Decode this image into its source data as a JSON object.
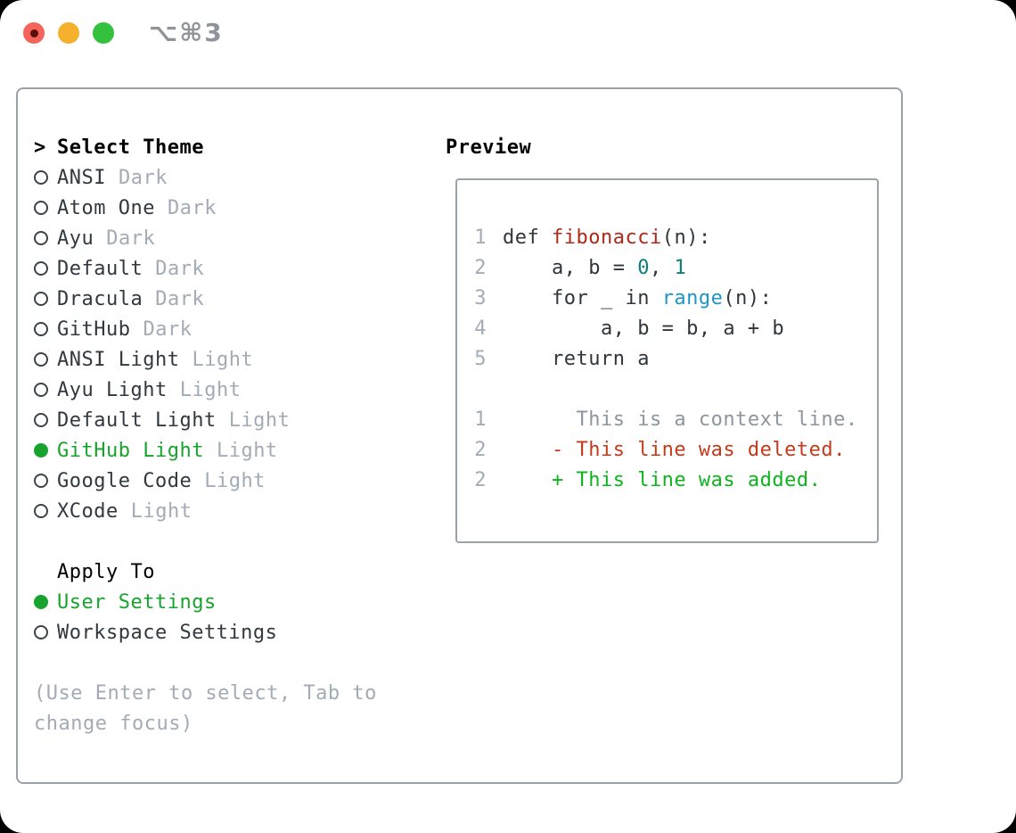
{
  "window": {
    "title": "⌥⌘3"
  },
  "theme_list": {
    "header_marker": ">",
    "header": "Select Theme",
    "items": [
      {
        "name": "ANSI",
        "tag": "Dark",
        "selected": false
      },
      {
        "name": "Atom One",
        "tag": "Dark",
        "selected": false
      },
      {
        "name": "Ayu",
        "tag": "Dark",
        "selected": false
      },
      {
        "name": "Default",
        "tag": "Dark",
        "selected": false
      },
      {
        "name": "Dracula",
        "tag": "Dark",
        "selected": false
      },
      {
        "name": "GitHub",
        "tag": "Dark",
        "selected": false
      },
      {
        "name": "ANSI Light",
        "tag": "Light",
        "selected": false
      },
      {
        "name": "Ayu Light",
        "tag": "Light",
        "selected": false
      },
      {
        "name": "Default Light",
        "tag": "Light",
        "selected": false
      },
      {
        "name": "GitHub Light",
        "tag": "Light",
        "selected": true
      },
      {
        "name": "Google Code",
        "tag": "Light",
        "selected": false
      },
      {
        "name": "XCode",
        "tag": "Light",
        "selected": false
      }
    ]
  },
  "apply_to": {
    "header": "Apply To",
    "options": [
      {
        "label": "User Settings",
        "selected": true
      },
      {
        "label": "Workspace Settings",
        "selected": false
      }
    ]
  },
  "hint": {
    "line1": "(Use Enter to select, Tab to",
    "line2": "change focus)"
  },
  "preview": {
    "header": "Preview",
    "code_lines": [
      {
        "num": "1",
        "tokens": [
          {
            "t": "def ",
            "c": "code"
          },
          {
            "t": "fibonacci",
            "c": "func"
          },
          {
            "t": "(n):",
            "c": "code"
          }
        ]
      },
      {
        "num": "2",
        "tokens": [
          {
            "t": "    a, b = ",
            "c": "code"
          },
          {
            "t": "0",
            "c": "num"
          },
          {
            "t": ", ",
            "c": "code"
          },
          {
            "t": "1",
            "c": "num"
          }
        ]
      },
      {
        "num": "3",
        "tokens": [
          {
            "t": "    for _ in ",
            "c": "code"
          },
          {
            "t": "range",
            "c": "builtin"
          },
          {
            "t": "(n):",
            "c": "code"
          }
        ]
      },
      {
        "num": "4",
        "tokens": [
          {
            "t": "        a, b = b, a + b",
            "c": "code"
          }
        ]
      },
      {
        "num": "5",
        "tokens": [
          {
            "t": "    return a",
            "c": "code"
          }
        ]
      },
      {
        "num": "",
        "tokens": []
      },
      {
        "num": "1",
        "tokens": [
          {
            "t": "      This is a context line.",
            "c": "context"
          }
        ]
      },
      {
        "num": "2",
        "tokens": [
          {
            "t": "    - This line was deleted.",
            "c": "deleted"
          }
        ]
      },
      {
        "num": "2",
        "tokens": [
          {
            "t": "    + This line was added.",
            "c": "added"
          }
        ]
      }
    ]
  },
  "colors": {
    "accent_green": "#17a32e",
    "added_green": "#0db41e",
    "deleted_red": "#c53a1b",
    "function_red": "#b0281a",
    "number_teal": "#0b7f76",
    "builtin_blue": "#1d95c9",
    "muted_gray": "#a2abb6",
    "text_dark": "#31383f",
    "panel_border": "#99a1ab",
    "traffic_red": "#f4645a",
    "traffic_yellow": "#f5b02e",
    "traffic_green": "#33c13e"
  }
}
